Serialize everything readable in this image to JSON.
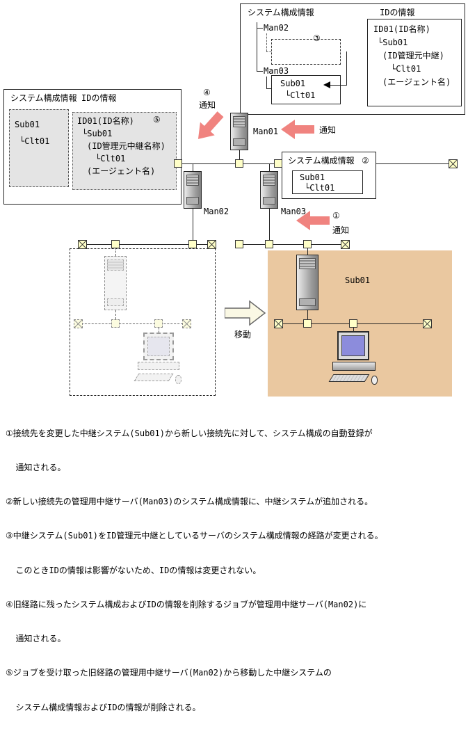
{
  "colors": {
    "pink": "#f0837f",
    "tan": "#eac8a0",
    "cream": "#faf8e4",
    "node-yellow": "#ffffc8",
    "gray-fill": "#e4e4e4"
  },
  "top_right_box": {
    "sysconfig_title": "システム構成情報",
    "id_title": "IDの情報",
    "man02": "Man02",
    "man03": "Man03",
    "step3": "③",
    "sub_box": {
      "sub01": "Sub01",
      "clt01": "└Clt01"
    },
    "id_box": {
      "line1": "ID01(ID名称)",
      "line2": "└Sub01",
      "line3": "(ID管理元中継)",
      "line4": "└Clt01",
      "line5": "(エージェント名)"
    }
  },
  "left_box": {
    "sysconfig_title": "システム構成情報",
    "id_title": "IDの情報",
    "step5": "⑤",
    "sub_box": {
      "sub01": "Sub01",
      "clt01": "└Clt01"
    },
    "id_box": {
      "line1": "ID01(ID名称)",
      "line2": "└Sub01",
      "line3": "(ID管理元中継名称)",
      "line4": "└Clt01",
      "line5": "(エージェント名)"
    }
  },
  "mid_box": {
    "title": "システム構成情報",
    "step2": "②",
    "sub01": "Sub01",
    "clt01": "└Clt01"
  },
  "nodes": {
    "man01": "Man01",
    "man02": "Man02",
    "man03": "Man03",
    "sub01": "Sub01"
  },
  "annotations": {
    "step4": "④",
    "notify4": "通知",
    "notify_man01": "通知",
    "step1": "①",
    "notify1": "通知",
    "move": "移動"
  },
  "notes": [
    "①接続先を変更した中継システム(Sub01)から新しい接続先に対して、システム構成の自動登録が",
    "  通知される。",
    "②新しい接続先の管理用中継サーバ(Man03)のシステム構成情報に、中継システムが追加される。",
    "③中継システム(Sub01)をID管理元中継としているサーバのシステム構成情報の経路が変更される。",
    "  このときIDの情報は影響がないため、IDの情報は変更されない。",
    "④旧経路に残ったシステム構成およびIDの情報を削除するジョブが管理用中継サーバ(Man02)に",
    "  通知される。",
    "⑤ジョブを受け取った旧経路の管理用中継サーバ(Man02)から移動した中継システムの",
    "  システム構成情報およびIDの情報が削除される。"
  ]
}
